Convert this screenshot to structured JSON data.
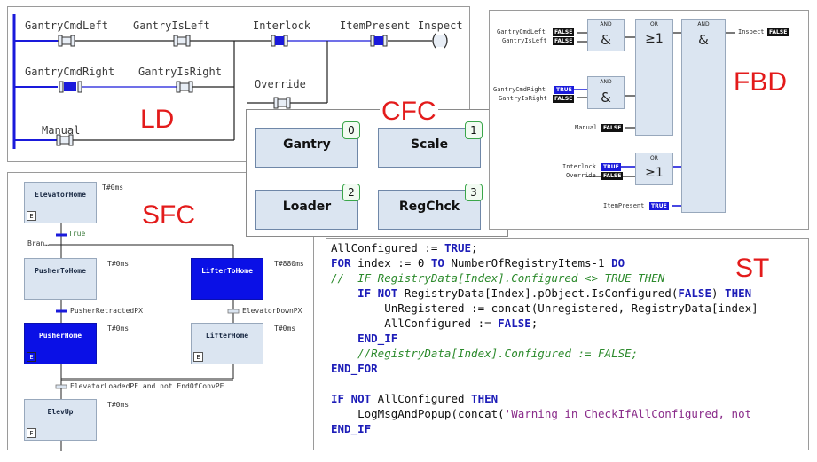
{
  "colors": {
    "accent_label": "#e31b1b",
    "active": "#0a10e6",
    "block_fill": "#dbe5f1",
    "true_badge": "#1a1adb"
  },
  "ld": {
    "label": "LD",
    "contacts": [
      "GantryCmdLeft",
      "GantryIsLeft",
      "Interlock",
      "ItemPresent",
      "Inspect",
      "GantryCmdRight",
      "GantryIsRight",
      "Override",
      "Manual"
    ]
  },
  "cfc": {
    "label": "CFC",
    "blocks": [
      {
        "name": "Gantry",
        "order": "0"
      },
      {
        "name": "Scale",
        "order": "1"
      },
      {
        "name": "Loader",
        "order": "2"
      },
      {
        "name": "RegChck",
        "order": "3"
      }
    ]
  },
  "fbd": {
    "label": "FBD",
    "inputs": [
      {
        "name": "GantryCmdLeft",
        "value": "FALSE"
      },
      {
        "name": "GantryIsLeft",
        "value": "FALSE"
      },
      {
        "name": "GantryCmdRight",
        "value": "TRUE"
      },
      {
        "name": "GantryIsRight",
        "value": "FALSE"
      },
      {
        "name": "Manual",
        "value": "FALSE"
      },
      {
        "name": "Interlock",
        "value": "TRUE"
      },
      {
        "name": "Override",
        "value": "FALSE"
      },
      {
        "name": "ItemPresent",
        "value": "TRUE"
      }
    ],
    "output": {
      "name": "Inspect",
      "value": "FALSE"
    },
    "blocks": {
      "and1": {
        "type": "AND",
        "symbol": "&"
      },
      "and2": {
        "type": "AND",
        "symbol": "&"
      },
      "or1": {
        "type": "OR",
        "symbol": "≥1"
      },
      "or2": {
        "type": "OR",
        "symbol": "≥1"
      },
      "and3": {
        "type": "AND",
        "symbol": "&"
      }
    }
  },
  "sfc": {
    "label": "SFC",
    "steps": [
      {
        "name": "ElevatorHome",
        "time": "T#0ms"
      },
      {
        "name": "PusherToHome",
        "time": "T#0ms"
      },
      {
        "name": "LifterToHome",
        "time": "T#880ms"
      },
      {
        "name": "PusherHome",
        "time": "T#0ms"
      },
      {
        "name": "LifterHome",
        "time": "T#0ms"
      },
      {
        "name": "ElevUp",
        "time": "T#0ms"
      }
    ],
    "transitions": [
      "True",
      "PusherRetractedPX",
      "ElevatorDownPX",
      "ElevatorLoadedPE  and not EndOfConvPE"
    ],
    "branch_label": "Bran…",
    "init_marker": "E"
  },
  "st": {
    "label": "ST",
    "lines": [
      "AllConfigured := TRUE;",
      "FOR index := 0 TO NumberOfRegistryItems-1 DO",
      "//  IF RegistryData[Index].Configured <> TRUE THEN",
      "    IF NOT RegistryData[Index].pObject.IsConfigured(FALSE) THEN",
      "        UnRegistered := concat(Unregistered, RegistryData[index]",
      "        AllConfigured := FALSE;",
      "    END_IF",
      "    //RegistryData[Index].Configured := FALSE;",
      "END_FOR",
      "",
      "IF NOT AllConfigured THEN",
      "    LogMsgAndPopup(concat('Warning in CheckIfAllConfigured, not",
      "END_IF"
    ]
  }
}
